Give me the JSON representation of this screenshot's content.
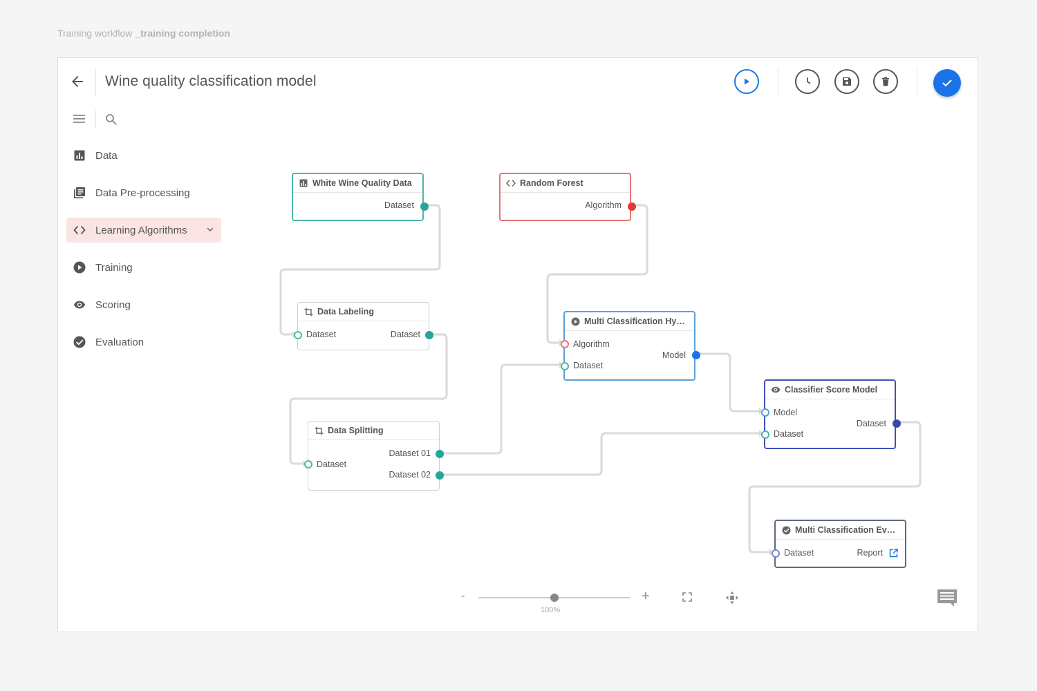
{
  "caption": {
    "prefix": "Training workflow",
    "suffix": "_training completion"
  },
  "header": {
    "title": "Wine quality classification model"
  },
  "toolbar": {
    "run": "play-icon",
    "history": "clock-icon",
    "save": "save-icon",
    "delete": "trash-icon",
    "confirm": "check-icon"
  },
  "sidebar": {
    "items": [
      {
        "label": "Data",
        "icon": "bar-chart-icon"
      },
      {
        "label": "Data Pre-processing",
        "icon": "library-icon"
      },
      {
        "label": "Learning Algorithms",
        "icon": "code-icon",
        "active": true
      },
      {
        "label": "Training",
        "icon": "play-circle-icon"
      },
      {
        "label": "Scoring",
        "icon": "eye-icon"
      },
      {
        "label": "Evaluation",
        "icon": "check-circle-icon"
      }
    ]
  },
  "nodes": {
    "white_wine": {
      "title": "White Wine Quality Data",
      "out": "Dataset",
      "color": "#4db6ac"
    },
    "random_forest": {
      "title": "Random Forest",
      "out": "Algorithm",
      "color": "#e57373"
    },
    "data_labeling": {
      "title": "Data Labeling",
      "in": "Dataset",
      "out": "Dataset"
    },
    "data_splitting": {
      "title": "Data Splitting",
      "in": "Dataset",
      "out1": "Dataset 01",
      "out2": "Dataset 02"
    },
    "multi_hyper": {
      "title": "Multi Classification Hyper...",
      "in1": "Algorithm",
      "in2": "Dataset",
      "out": "Model",
      "color": "#5a9fd8"
    },
    "score_model": {
      "title": "Classifier Score Model",
      "in1": "Model",
      "in2": "Dataset",
      "out": "Dataset",
      "color": "#3f51b5"
    },
    "multi_eval": {
      "title": "Multi Classification Evalu...",
      "in": "Dataset",
      "out": "Report",
      "color": "#5f6b7a"
    }
  },
  "zoom": {
    "level": "100%",
    "minus": "-",
    "plus": "+",
    "fraction": 0.5
  },
  "colors": {
    "accent": "#1a73e8",
    "teal": "#26a69a",
    "red": "#e53935",
    "blue": "#1a73e8",
    "indigo": "#3949ab",
    "wire": "#dadada"
  }
}
